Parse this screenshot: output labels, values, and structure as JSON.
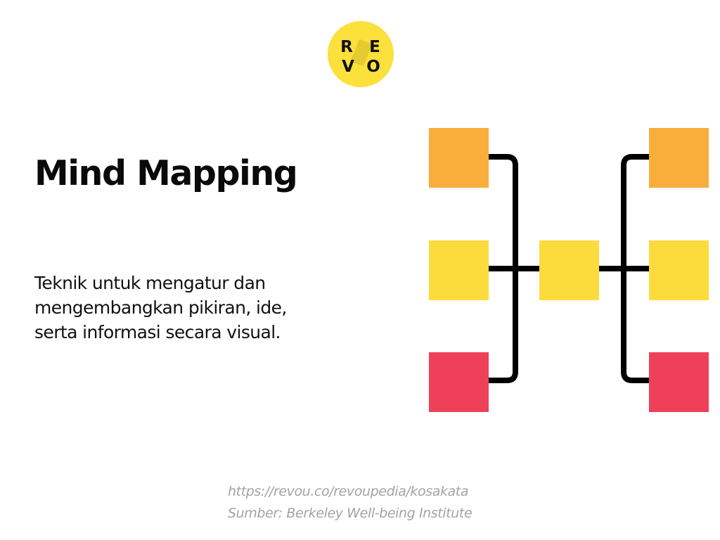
{
  "logo": {
    "letters": [
      "R",
      "E",
      "V",
      "O"
    ],
    "color": "#FCE03B"
  },
  "title": "Mind Mapping",
  "description": {
    "lines": [
      "Teknik untuk mengatur dan",
      "mengembangkan pikiran, ide,",
      "serta informasi secara visual."
    ]
  },
  "diagram": {
    "colors": {
      "orange": "#F9AE3B",
      "yellow": "#FCDC3C",
      "red": "#EF405A",
      "connector": "#000000"
    }
  },
  "footer": {
    "url": "https://revou.co/revoupedia/kosakata",
    "source": "Sumber: Berkeley Well-being Institute"
  }
}
